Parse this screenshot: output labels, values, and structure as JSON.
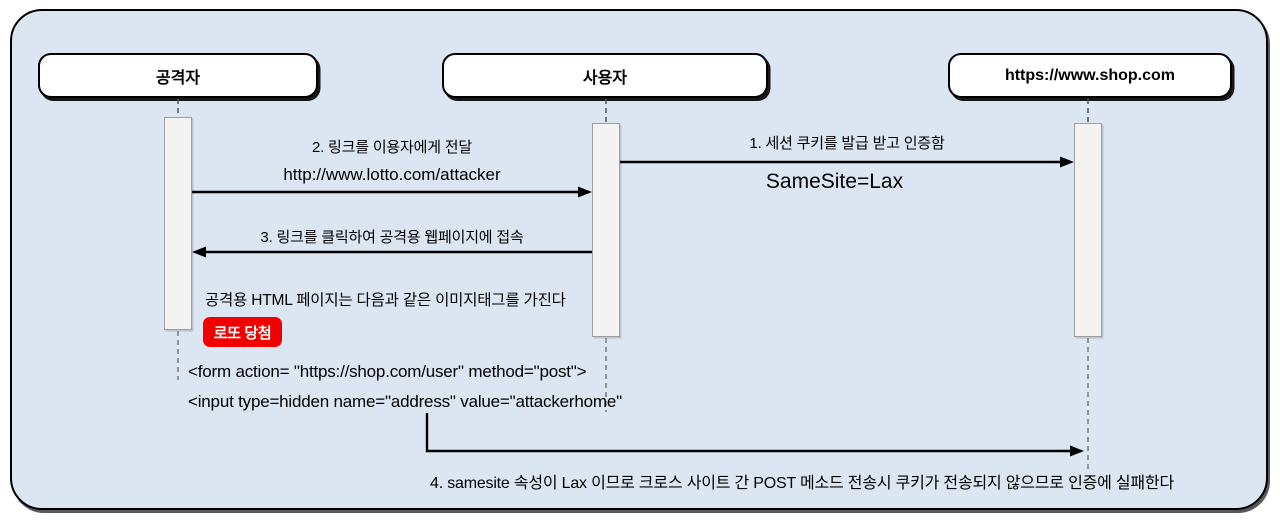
{
  "diagram": {
    "title": "SameSite=Lax CSRF sequence diagram",
    "actors": [
      {
        "id": "attacker",
        "label": "공격자"
      },
      {
        "id": "user",
        "label": "사용자"
      },
      {
        "id": "shop",
        "label": "https://www.shop.com"
      }
    ],
    "messages": {
      "msg1": {
        "label": "1. 세션 쿠키를 발급 받고 인증함",
        "sublabel": "SameSite=Lax",
        "from": "사용자",
        "to": "https://www.shop.com"
      },
      "msg2": {
        "label": "2. 링크를 이용자에게 전달",
        "sublabel": "http://www.lotto.com/attacker",
        "from": "공격자",
        "to": "사용자"
      },
      "msg3": {
        "label": "3. 링크를 클릭하여  공격용  웹페이지에 접속",
        "from": "사용자",
        "to": "공격자"
      },
      "msg4": {
        "label": "4. samesite 속성이 Lax 이므로 크로스 사이트 간 POST 메소드 전송시 쿠키가 전송되지 않으므로 인증에 실패한다",
        "from": "사용자",
        "to": "https://www.shop.com"
      }
    },
    "note": {
      "text": "공격용 HTML 페이지는 다음과 같은 이미지태그를 가진다",
      "badge": "로또 당첨",
      "code_line1": "<form action= \"https://shop.com/user\" method=\"post\">",
      "code_line2": "<input type=hidden name=\"address\" value=\"attackerhome\""
    },
    "colors": {
      "frame_background": "#dce6f2",
      "frame_border": "#000000",
      "actor_fill": "#ffffff",
      "activation_fill": "#f3f3f2",
      "activation_border": "#9e9e9e",
      "lifeline_dash": "#7f7f7f",
      "arrow": "#000000",
      "badge_background": "#f20000",
      "badge_text": "#ffffff"
    }
  }
}
